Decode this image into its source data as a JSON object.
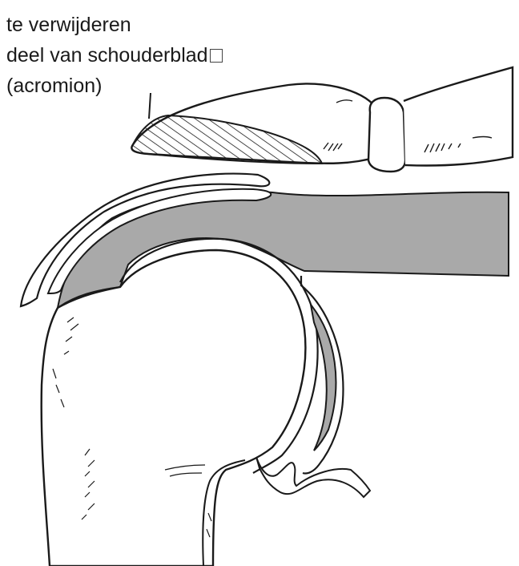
{
  "label": {
    "line1": "te verwijderen",
    "line2": "deel van schouderblad",
    "line3": "(acromion)"
  },
  "colors": {
    "ink": "#1a1a1a",
    "tissue_gray": "#a9a9a9",
    "paper": "#ffffff"
  },
  "parts": [
    "acromion",
    "clavicle",
    "bursa",
    "rotator-cuff-tendon",
    "humeral-head",
    "joint-capsule",
    "glenoid",
    "humerus-shaft"
  ]
}
